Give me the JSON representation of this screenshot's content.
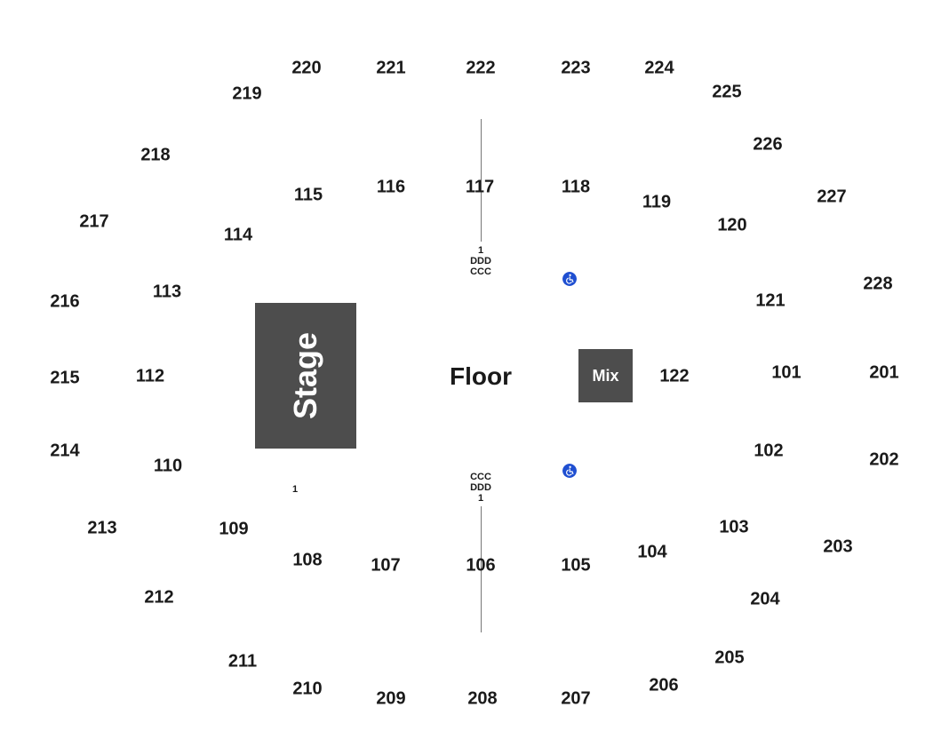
{
  "map": {
    "stage_label": "Stage",
    "floor_label": "Floor",
    "mix_label": "Mix",
    "colors": {
      "block": "#4d4d4d",
      "accessible": "#1f4fd1",
      "text": "#1a1a1a"
    },
    "accessible_icon": "wheelchair-icon",
    "sections": {
      "s101": "101",
      "s102": "102",
      "s103": "103",
      "s104": "104",
      "s105": "105",
      "s106": "106",
      "s107": "107",
      "s108": "108",
      "s109": "109",
      "s110": "110",
      "s112": "112",
      "s113": "113",
      "s114": "114",
      "s115": "115",
      "s116": "116",
      "s117": "117",
      "s118": "118",
      "s119": "119",
      "s120": "120",
      "s121": "121",
      "s122": "122",
      "s201": "201",
      "s202": "202",
      "s203": "203",
      "s204": "204",
      "s205": "205",
      "s206": "206",
      "s207": "207",
      "s208": "208",
      "s209": "209",
      "s210": "210",
      "s211": "211",
      "s212": "212",
      "s213": "213",
      "s214": "214",
      "s215": "215",
      "s216": "216",
      "s217": "217",
      "s218": "218",
      "s219": "219",
      "s220": "220",
      "s221": "221",
      "s222": "222",
      "s223": "223",
      "s224": "224",
      "s225": "225",
      "s226": "226",
      "s227": "227",
      "s228": "228"
    },
    "rows_top": [
      "1",
      "DDD",
      "CCC"
    ],
    "rows_bottom": [
      "CCC",
      "DDD",
      "1"
    ],
    "stage_row": "1"
  }
}
